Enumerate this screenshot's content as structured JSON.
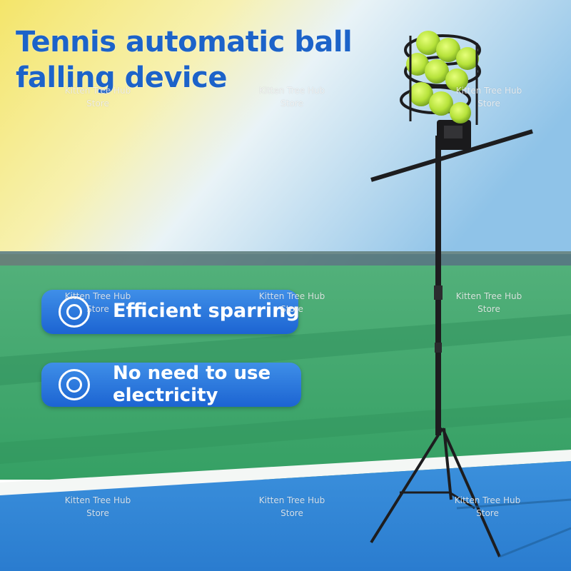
{
  "title": {
    "line1": "Tennis automatic ball",
    "line2": "falling device"
  },
  "features": [
    {
      "icon": "concentric-circles-icon",
      "lines": [
        "Efficient sparring"
      ]
    },
    {
      "icon": "concentric-circles-icon",
      "lines": [
        "No need to use",
        "electricity"
      ]
    }
  ],
  "watermark": {
    "line1": "Kitten Tree Hub",
    "line2": "Store"
  },
  "colors": {
    "title_blue": "#1c63c9",
    "pill_blue": "#2a76dc",
    "court_green": "#3da56a",
    "court_blue": "#2f86d6",
    "tennis_ball": "#b8e63a"
  }
}
